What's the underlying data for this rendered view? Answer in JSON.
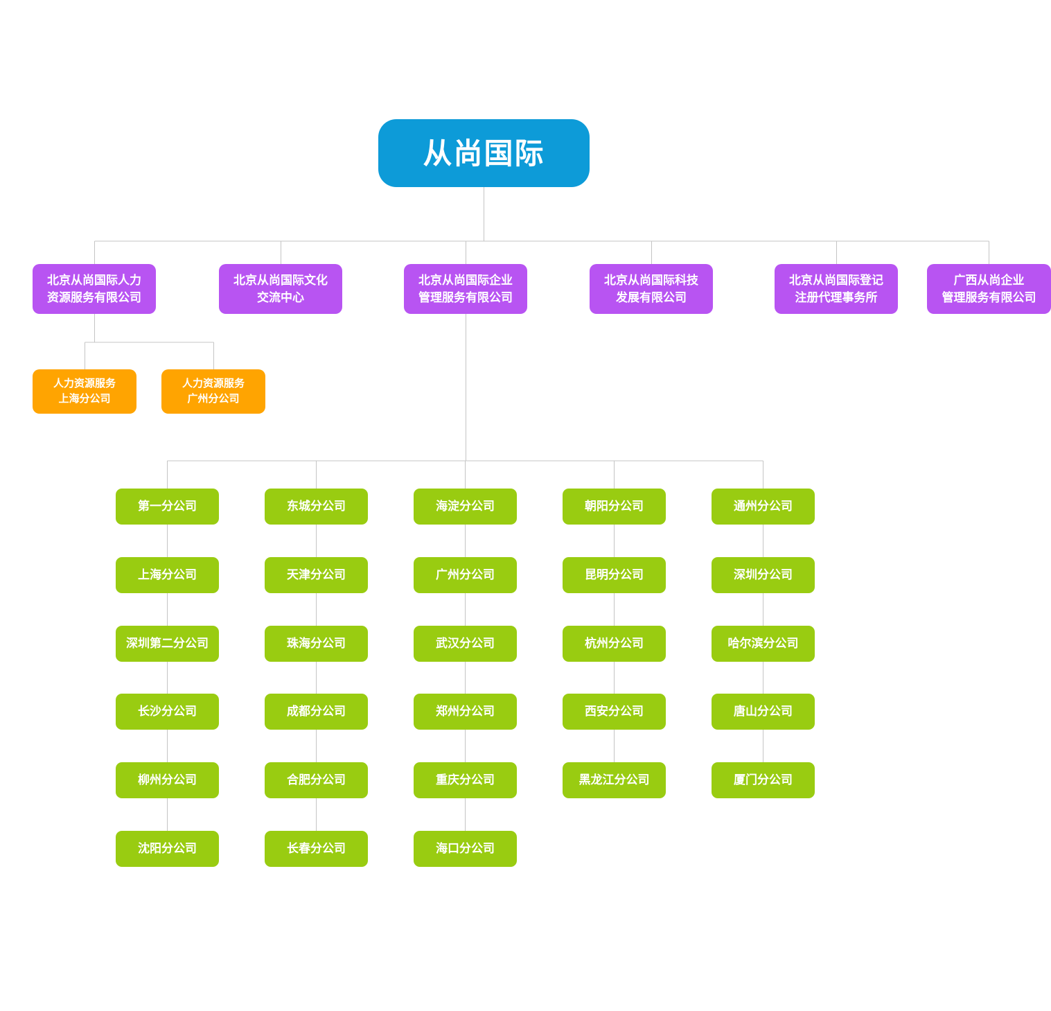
{
  "colors": {
    "root-bg": "#0d9bd8",
    "level2-bg": "#b854f2",
    "hr-bg": "#ffa401",
    "branch-bg": "#99cc11",
    "connector": "#c4c4c4"
  },
  "org": {
    "root": {
      "label": "从尚国际"
    },
    "level2": [
      {
        "label": "北京从尚国际人力\n资源服务有限公司"
      },
      {
        "label": "北京从尚国际文化\n交流中心"
      },
      {
        "label": "北京从尚国际企业\n管理服务有限公司"
      },
      {
        "label": "北京从尚国际科技\n发展有限公司"
      },
      {
        "label": "北京从尚国际登记\n注册代理事务所"
      },
      {
        "label": "广西从尚企业\n管理服务有限公司"
      }
    ],
    "hr_branches": [
      {
        "label": "人力资源服务\n上海分公司"
      },
      {
        "label": "人力资源服务\n广州分公司"
      }
    ],
    "columns": [
      [
        "第一分公司",
        "上海分公司",
        "深圳第二分公司",
        "长沙分公司",
        "柳州分公司",
        "沈阳分公司"
      ],
      [
        "东城分公司",
        "天津分公司",
        "珠海分公司",
        "成都分公司",
        "合肥分公司",
        "长春分公司"
      ],
      [
        "海淀分公司",
        "广州分公司",
        "武汉分公司",
        "郑州分公司",
        "重庆分公司",
        "海口分公司"
      ],
      [
        "朝阳分公司",
        "昆明分公司",
        "杭州分公司",
        "西安分公司",
        "黑龙江分公司"
      ],
      [
        "通州分公司",
        "深圳分公司",
        "哈尔滨分公司",
        "唐山分公司",
        "厦门分公司"
      ]
    ]
  }
}
